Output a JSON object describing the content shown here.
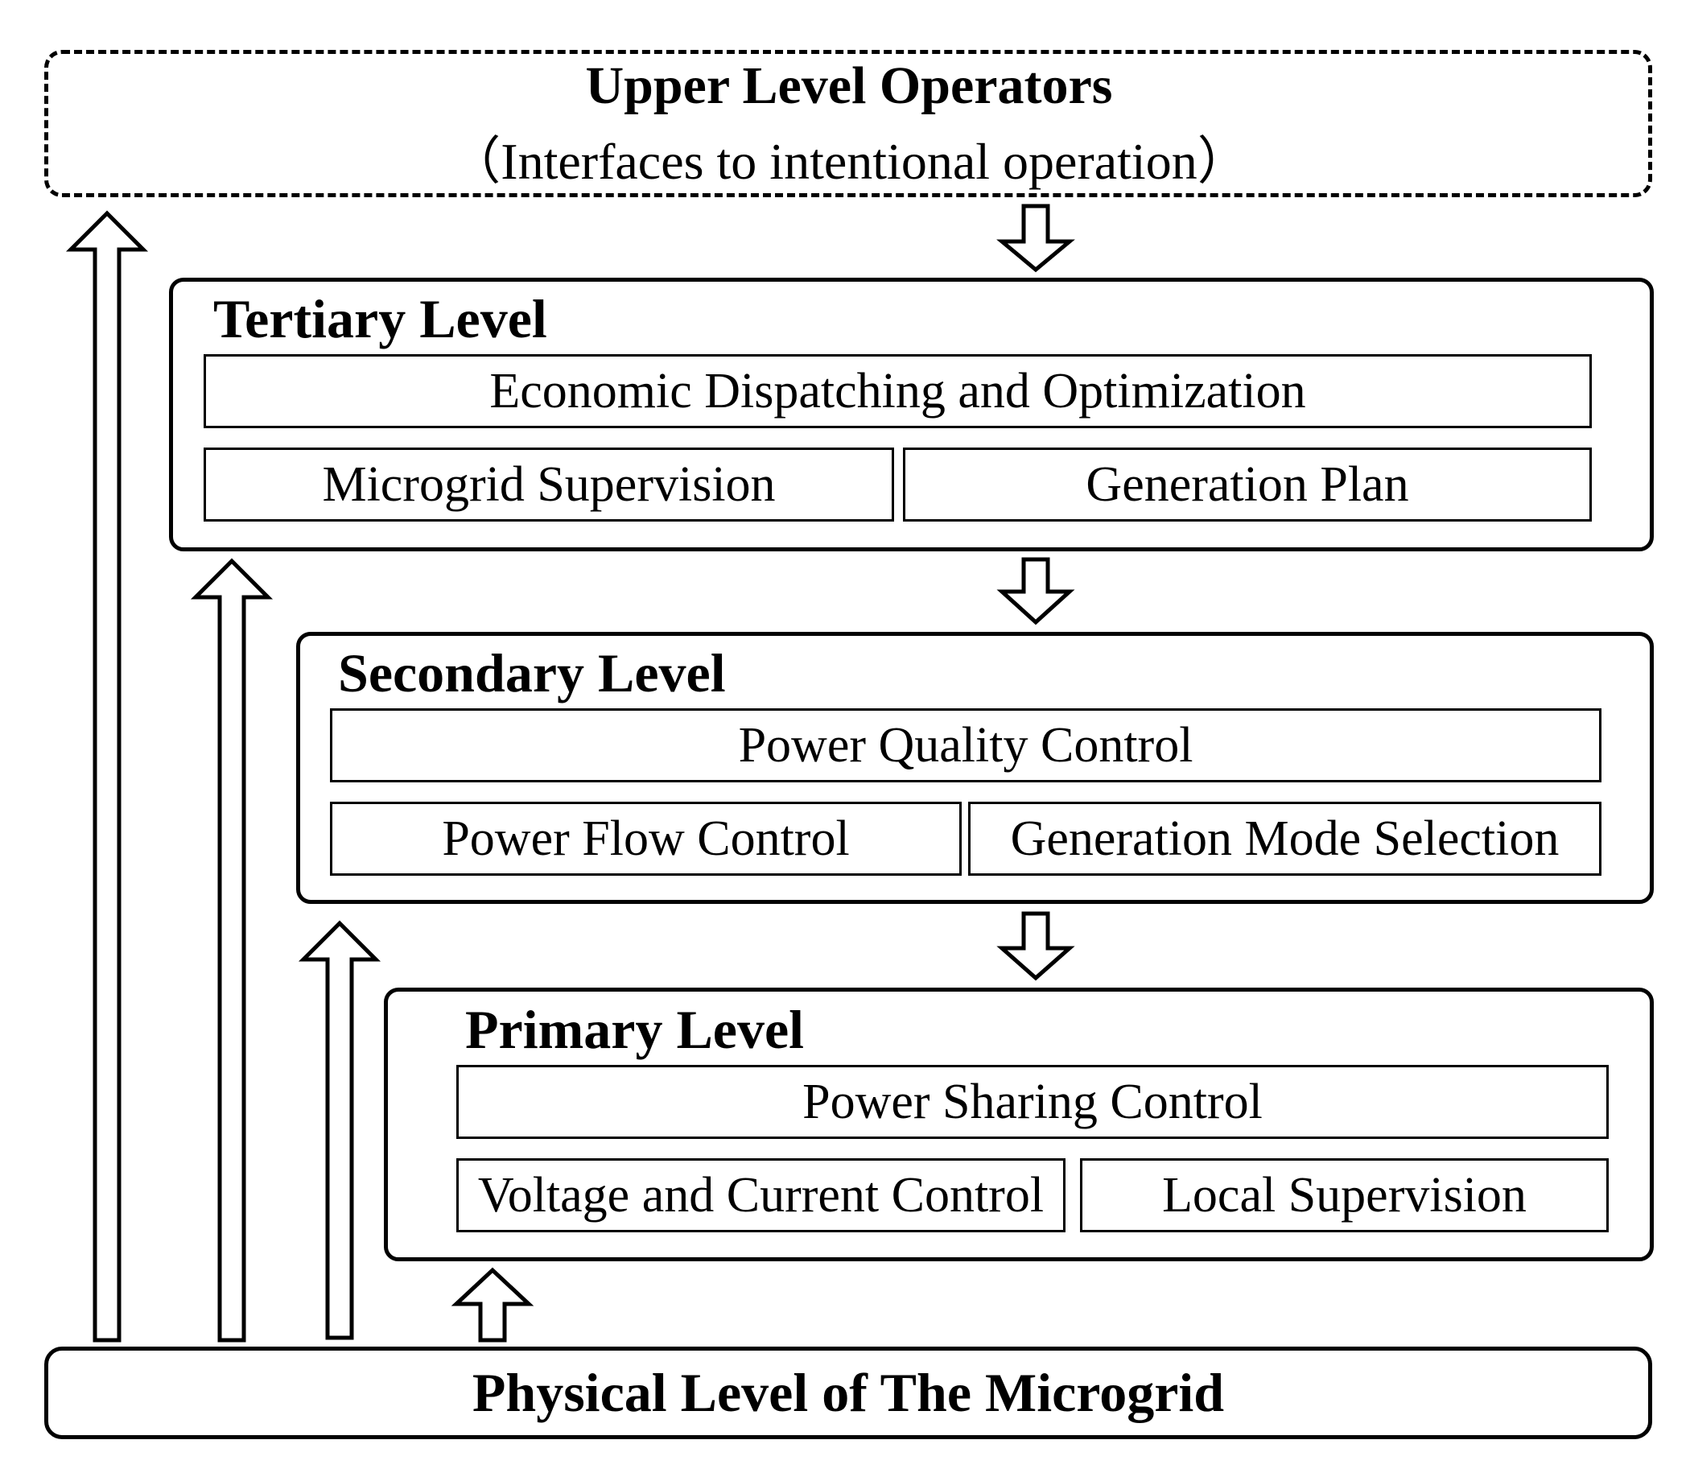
{
  "upper": {
    "title": "Upper Level Operators",
    "subtitle": "（Interfaces to intentional operation）"
  },
  "tertiary": {
    "title": "Tertiary Level",
    "top": "Economic Dispatching and Optimization",
    "left": "Microgrid Supervision",
    "right": "Generation Plan"
  },
  "secondary": {
    "title": "Secondary Level",
    "top": "Power Quality Control",
    "left": "Power Flow Control",
    "right": "Generation Mode Selection"
  },
  "primary": {
    "title": "Primary Level",
    "top": "Power Sharing Control",
    "left": "Voltage and Current Control",
    "right": "Local Supervision"
  },
  "physical": {
    "title": "Physical Level of The Microgrid"
  }
}
